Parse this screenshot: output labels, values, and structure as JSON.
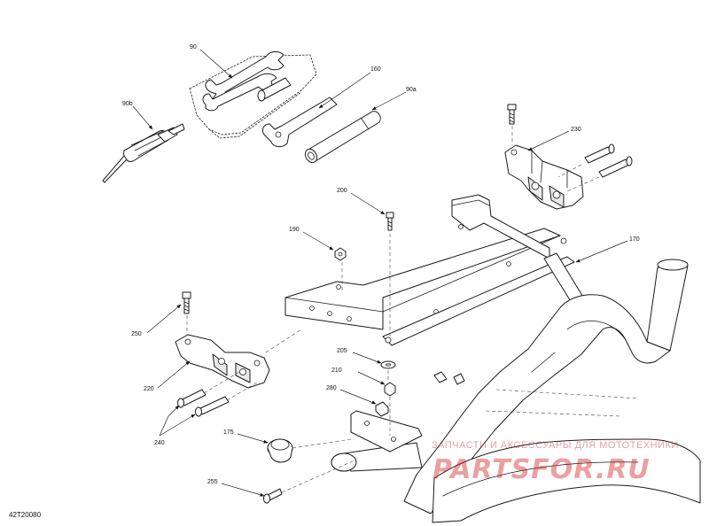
{
  "diagram": {
    "reference_code": "42T20080",
    "callouts": {
      "c90": "90",
      "c90b": "90b",
      "c160": "160",
      "c90a": "90a",
      "c230": "230",
      "c200": "200",
      "c190": "190",
      "c170": "170",
      "c250": "250",
      "c205": "205",
      "c210": "210",
      "c220": "220",
      "c280": "280",
      "c175": "175",
      "c240": "240",
      "c255": "255"
    }
  },
  "watermark": {
    "tagline": "ЗАПЧАСТИ И АКСЕССУАРЫ ДЛЯ МОТОТЕХНИКИ",
    "brand": "PARTSFOR.RU"
  }
}
